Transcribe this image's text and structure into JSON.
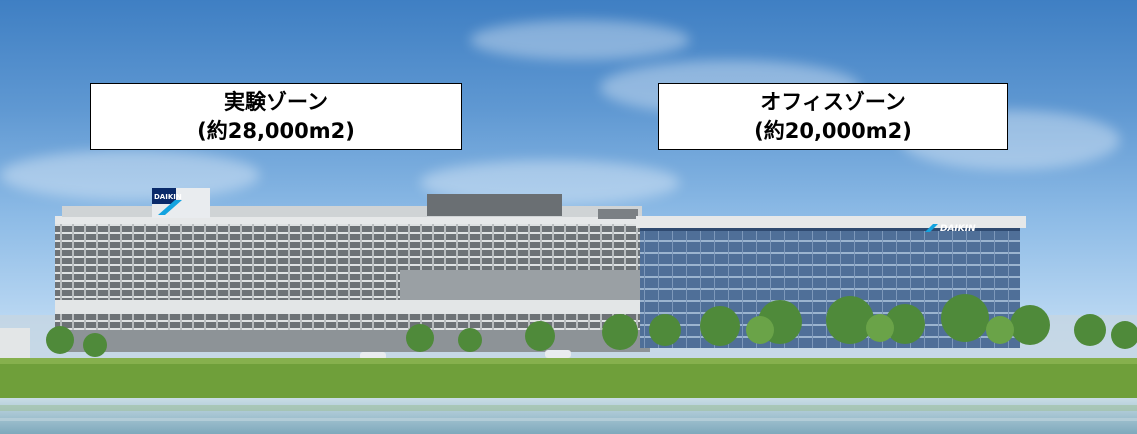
{
  "scene": {
    "subject": "DAIKIN",
    "zones": [
      {
        "name": "実験ゾーン",
        "area": "(約28,000m2)"
      },
      {
        "name": "オフィスゾーン",
        "area": "(約20,000m2)"
      }
    ],
    "signs": {
      "left_logo": "DAIKIN",
      "right_logo": "DAIKIN"
    }
  },
  "colors": {
    "sky_top": "#3f7fc3",
    "sky_bottom": "#d9ebf8",
    "grass": "#6f9f3a",
    "water": "#8fb8c8",
    "office_glass": "#4f6f98",
    "lab_facade": "#d7d9da"
  }
}
